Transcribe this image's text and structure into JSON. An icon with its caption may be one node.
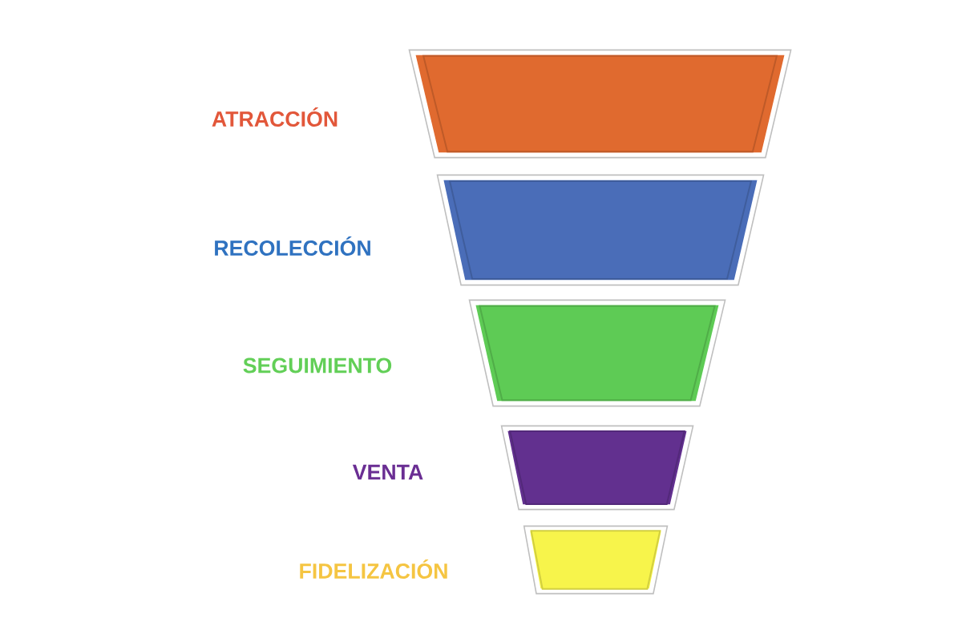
{
  "diagram": {
    "nodes": [
      {
        "text": [],
        "shape": "trapezoid",
        "beside": [
          "ATRACCIÓN"
        ]
      },
      {
        "text": [],
        "shape": "trapezoid",
        "beside": [
          "RECOLECCIÓN"
        ]
      },
      {
        "text": [],
        "shape": "trapezoid",
        "beside": [
          "SEGUIMIENTO"
        ]
      },
      {
        "text": [],
        "shape": "trapezoid",
        "beside": [
          "VENTA"
        ]
      },
      {
        "text": [],
        "shape": "trapezoid",
        "beside": [
          "FIDELIZACIÓN"
        ]
      }
    ]
  }
}
